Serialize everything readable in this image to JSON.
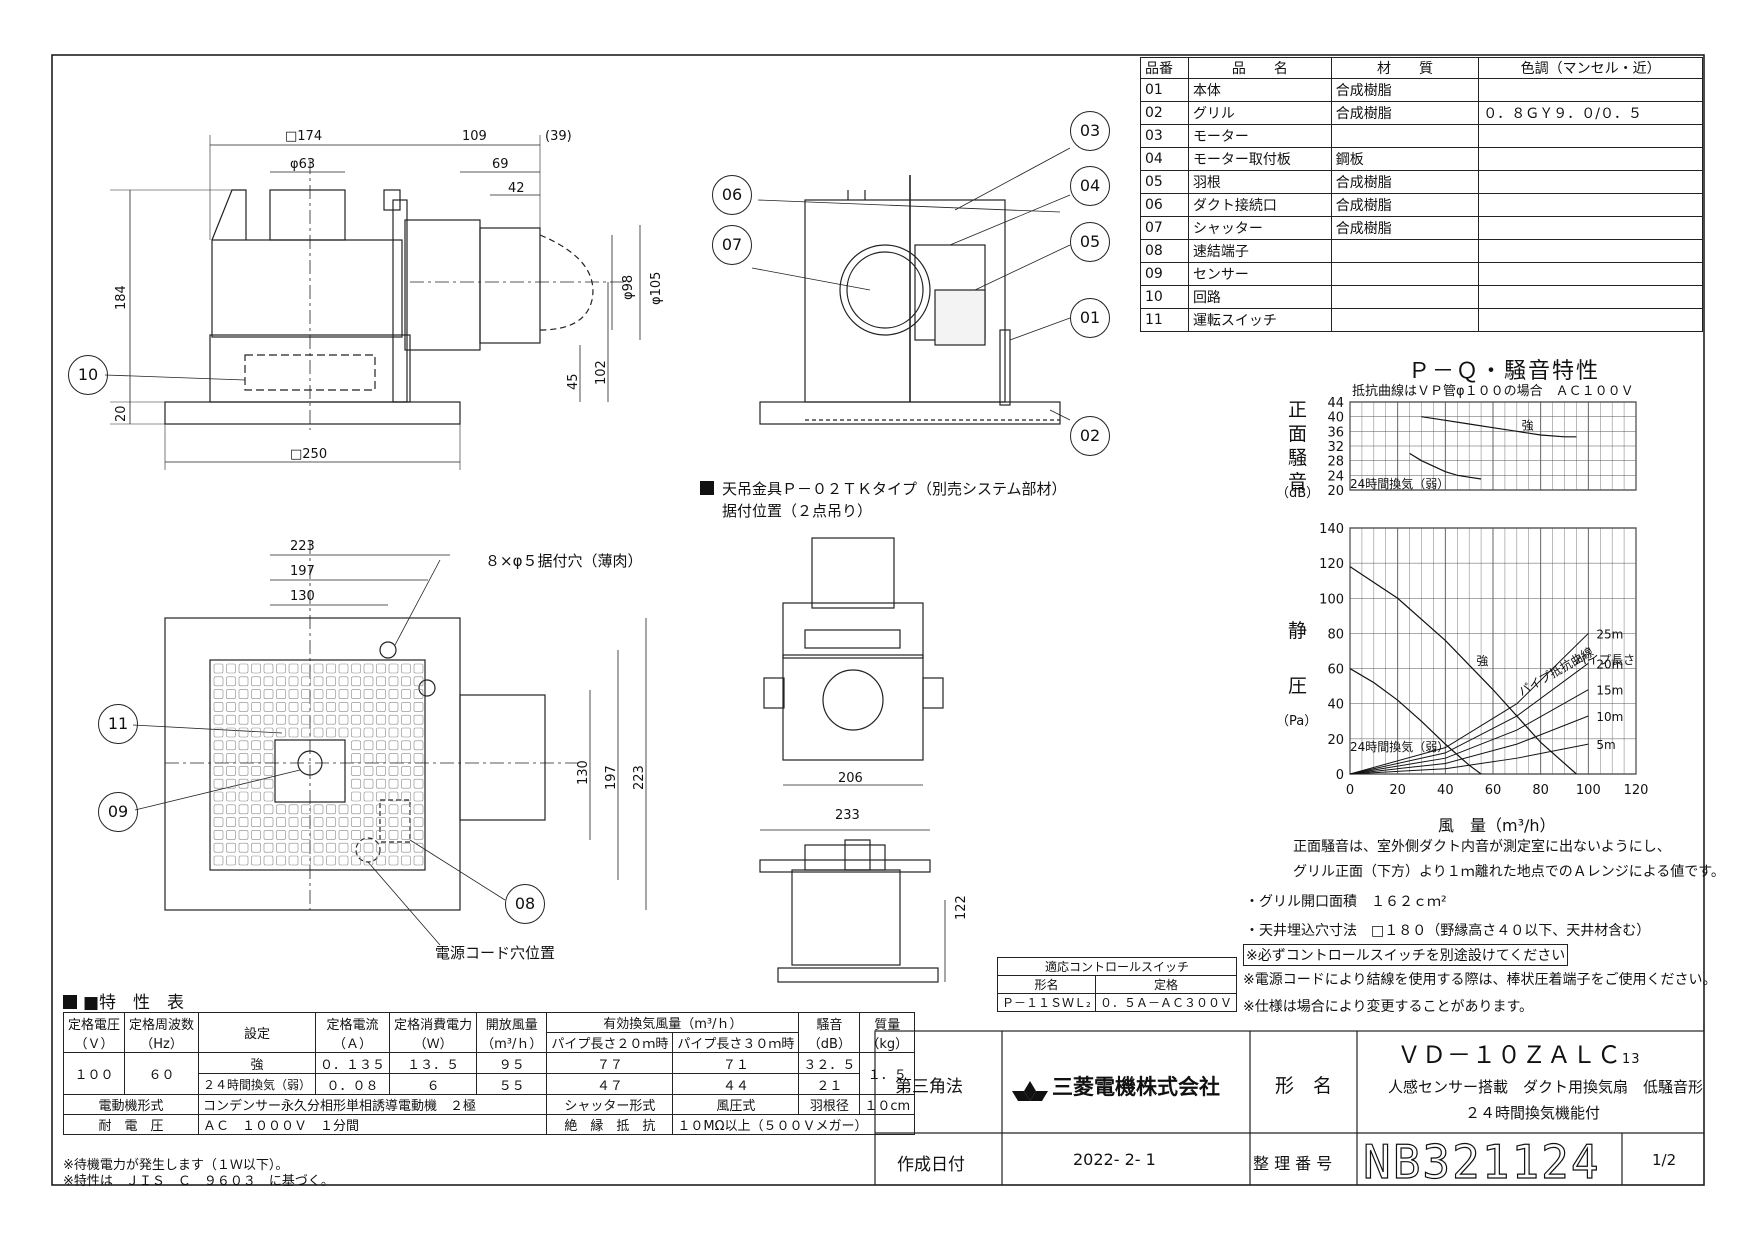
{
  "parts": {
    "headers": [
      "品番",
      "品　　名",
      "材　　質",
      "色調（マンセル・近）"
    ],
    "rows": [
      [
        "01",
        "本体",
        "合成樹脂",
        ""
      ],
      [
        "02",
        "グリル",
        "合成樹脂",
        "０．８ＧＹ９．０/０．５"
      ],
      [
        "03",
        "モーター",
        "",
        ""
      ],
      [
        "04",
        "モーター取付板",
        "鋼板",
        ""
      ],
      [
        "05",
        "羽根",
        "合成樹脂",
        ""
      ],
      [
        "06",
        "ダクト接続口",
        "合成樹脂",
        ""
      ],
      [
        "07",
        "シャッター",
        "合成樹脂",
        ""
      ],
      [
        "08",
        "速結端子",
        "",
        ""
      ],
      [
        "09",
        "センサー",
        "",
        ""
      ],
      [
        "10",
        "回路",
        "",
        ""
      ],
      [
        "11",
        "運転スイッチ",
        "",
        ""
      ]
    ]
  },
  "callouts": [
    "01",
    "02",
    "03",
    "04",
    "05",
    "06",
    "07",
    "08",
    "09",
    "10",
    "11"
  ],
  "dims": {
    "top": [
      "□174",
      "φ63",
      "109",
      "(39)",
      "69",
      "42",
      "184",
      "φ98",
      "φ105",
      "45",
      "102",
      "20",
      "□250"
    ],
    "bottom": [
      "223",
      "197",
      "130",
      "130",
      "197",
      "223"
    ],
    "right": [
      "206",
      "233",
      "122"
    ]
  },
  "notes": {
    "holes": "８×φ５据付穴（薄肉）",
    "cord": "電源コード穴位置",
    "hanger1": "天吊金具Ｐ－０２ＴＫタイプ（別売システム部材）",
    "hanger2": "据付位置（２点吊り）"
  },
  "pq_title": "Ｐ－Ｑ・騒音特性",
  "noise_chart": {
    "type": "line",
    "subtitle": "抵抗曲線はＶＰ管φ１００の場合　ＡＣ１００Ｖ",
    "ylabel": "正面騒音",
    "yunit": "（dB）",
    "ylim": [
      20,
      44
    ],
    "yticks": [
      20,
      24,
      28,
      32,
      36,
      40,
      44
    ],
    "series": [
      {
        "name": "強",
        "x": [
          30,
          40,
          50,
          60,
          70,
          80,
          90,
          95
        ],
        "y": [
          40,
          39,
          38,
          37,
          36,
          35,
          34.5,
          34.5
        ]
      },
      {
        "name": "24時間換気（弱）",
        "x": [
          25,
          30,
          35,
          40,
          45,
          50,
          55
        ],
        "y": [
          30,
          28,
          26.5,
          25,
          24,
          23.5,
          23
        ]
      }
    ]
  },
  "pq_chart": {
    "type": "line",
    "ylabel": "静圧",
    "yunit": "（Pa）",
    "xlabel": "風　量（m³/h）",
    "xlim": [
      0,
      120
    ],
    "ylim": [
      0,
      140
    ],
    "xticks": [
      0,
      20,
      40,
      60,
      80,
      100,
      120
    ],
    "yticks": [
      0,
      20,
      40,
      60,
      80,
      100,
      120,
      140
    ],
    "series": [
      {
        "name": "強",
        "x": [
          0,
          20,
          40,
          60,
          80,
          95
        ],
        "y": [
          118,
          100,
          76,
          48,
          18,
          0
        ]
      },
      {
        "name": "24時間換気（弱）",
        "x": [
          0,
          10,
          20,
          30,
          40,
          50,
          55
        ],
        "y": [
          60,
          52,
          42,
          30,
          17,
          5,
          0
        ]
      }
    ],
    "resistance": [
      {
        "name": "25m",
        "x": [
          0,
          40,
          70,
          100
        ],
        "y": [
          0,
          15,
          40,
          80
        ]
      },
      {
        "name": "20m",
        "x": [
          0,
          40,
          70,
          100
        ],
        "y": [
          0,
          12,
          33,
          63
        ]
      },
      {
        "name": "15m",
        "x": [
          0,
          40,
          70,
          100
        ],
        "y": [
          0,
          9,
          25,
          48
        ]
      },
      {
        "name": "10m",
        "x": [
          0,
          40,
          70,
          100
        ],
        "y": [
          0,
          6,
          17,
          33
        ]
      },
      {
        "name": "5m",
        "x": [
          0,
          40,
          70,
          100
        ],
        "y": [
          0,
          3,
          9,
          17
        ]
      }
    ],
    "pipe_label": "パイプ長さ",
    "resistance_label": "パイプ抵抗曲線"
  },
  "chart_notes": [
    "正面騒音は、室外側ダクト内音が測定室に出ないようにし、",
    "グリル正面（下方）より１ｍ離れた地点でのＡレンジによる値です。",
    "・グリル開口面積　１６２ｃｍ²",
    "・天井埋込穴寸法　□１８０（野縁高さ４０以下、天井材含む）",
    "※必ずコントロールスイッチを別途設けてください",
    "※電源コードにより結線を使用する際は、棒状圧着端子をご使用ください。",
    "※仕様は場合により変更することがあります。"
  ],
  "control_switch": {
    "title": "適応コントロールスイッチ",
    "h1": "形名",
    "h2": "定格",
    "model": "Ｐ－１１ＳＷＬ₂",
    "rating": "０．５Ａ－ＡＣ３００Ｖ"
  },
  "spec": {
    "title": "■特　性　表",
    "h": {
      "volt": "定格電圧",
      "volt_u": "（Ｖ）",
      "freq": "定格周波数",
      "freq_u": "（Hz）",
      "setting": "設定",
      "curr": "定格電流",
      "curr_u": "（Ａ）",
      "power": "定格消費電力",
      "power_u": "（Ｗ）",
      "open": "開放風量",
      "open_u": "（m³/ｈ）",
      "eff": "有効換気風量（m³/ｈ）",
      "p20": "パイプ長さ２０ｍ時",
      "p30": "パイプ長さ３０ｍ時",
      "noise": "騒音",
      "noise_u": "（dB）",
      "mass": "質量",
      "mass_u": "（kg）"
    },
    "volt": "１００",
    "freq": "６０",
    "mass": "１．５",
    "rows": [
      {
        "setting": "強",
        "curr": "０．１３５",
        "power": "１３．５",
        "open": "９５",
        "p20": "７７",
        "p30": "７１",
        "noise": "３２．５"
      },
      {
        "setting": "２４時間換気（弱）",
        "curr": "０．０８",
        "power": "６",
        "open": "５５",
        "p20": "４７",
        "p30": "４４",
        "noise": "２１"
      }
    ],
    "motor_label": "電動機形式",
    "motor": "コンデンサー永久分相形単相誘導電動機　２極",
    "shutter_label": "シャッター形式",
    "shutter": "風圧式",
    "blade_label": "羽根径",
    "blade": "１０cm",
    "withstand_label": "耐　電　圧",
    "withstand": "ＡＣ　１０００Ｖ　１分間",
    "insul_label": "絶　縁　抵　抗",
    "insul": "１０MΩ以上（５００Ｖメガー）"
  },
  "footnotes": [
    "※待機電力が発生します（１Ｗ以下）。",
    "※特性は　ＪＩＳ　Ｃ　９６０３　に基づく。"
  ],
  "title_block": {
    "projection": "第三角法",
    "company": "三菱電機株式会社",
    "model_label": "形　名",
    "model": "ＶＤ－１０ＺＡＬＣ",
    "model_sub": "13",
    "desc1": "人感センサー搭載　ダクト用換気扇　低騒音形",
    "desc2": "２４時間換気機能付",
    "date_label": "作成日付",
    "date": "2022- 2- 1",
    "ref_label": "整 理 番 号",
    "ref": "NB321124",
    "page": "1/2"
  }
}
